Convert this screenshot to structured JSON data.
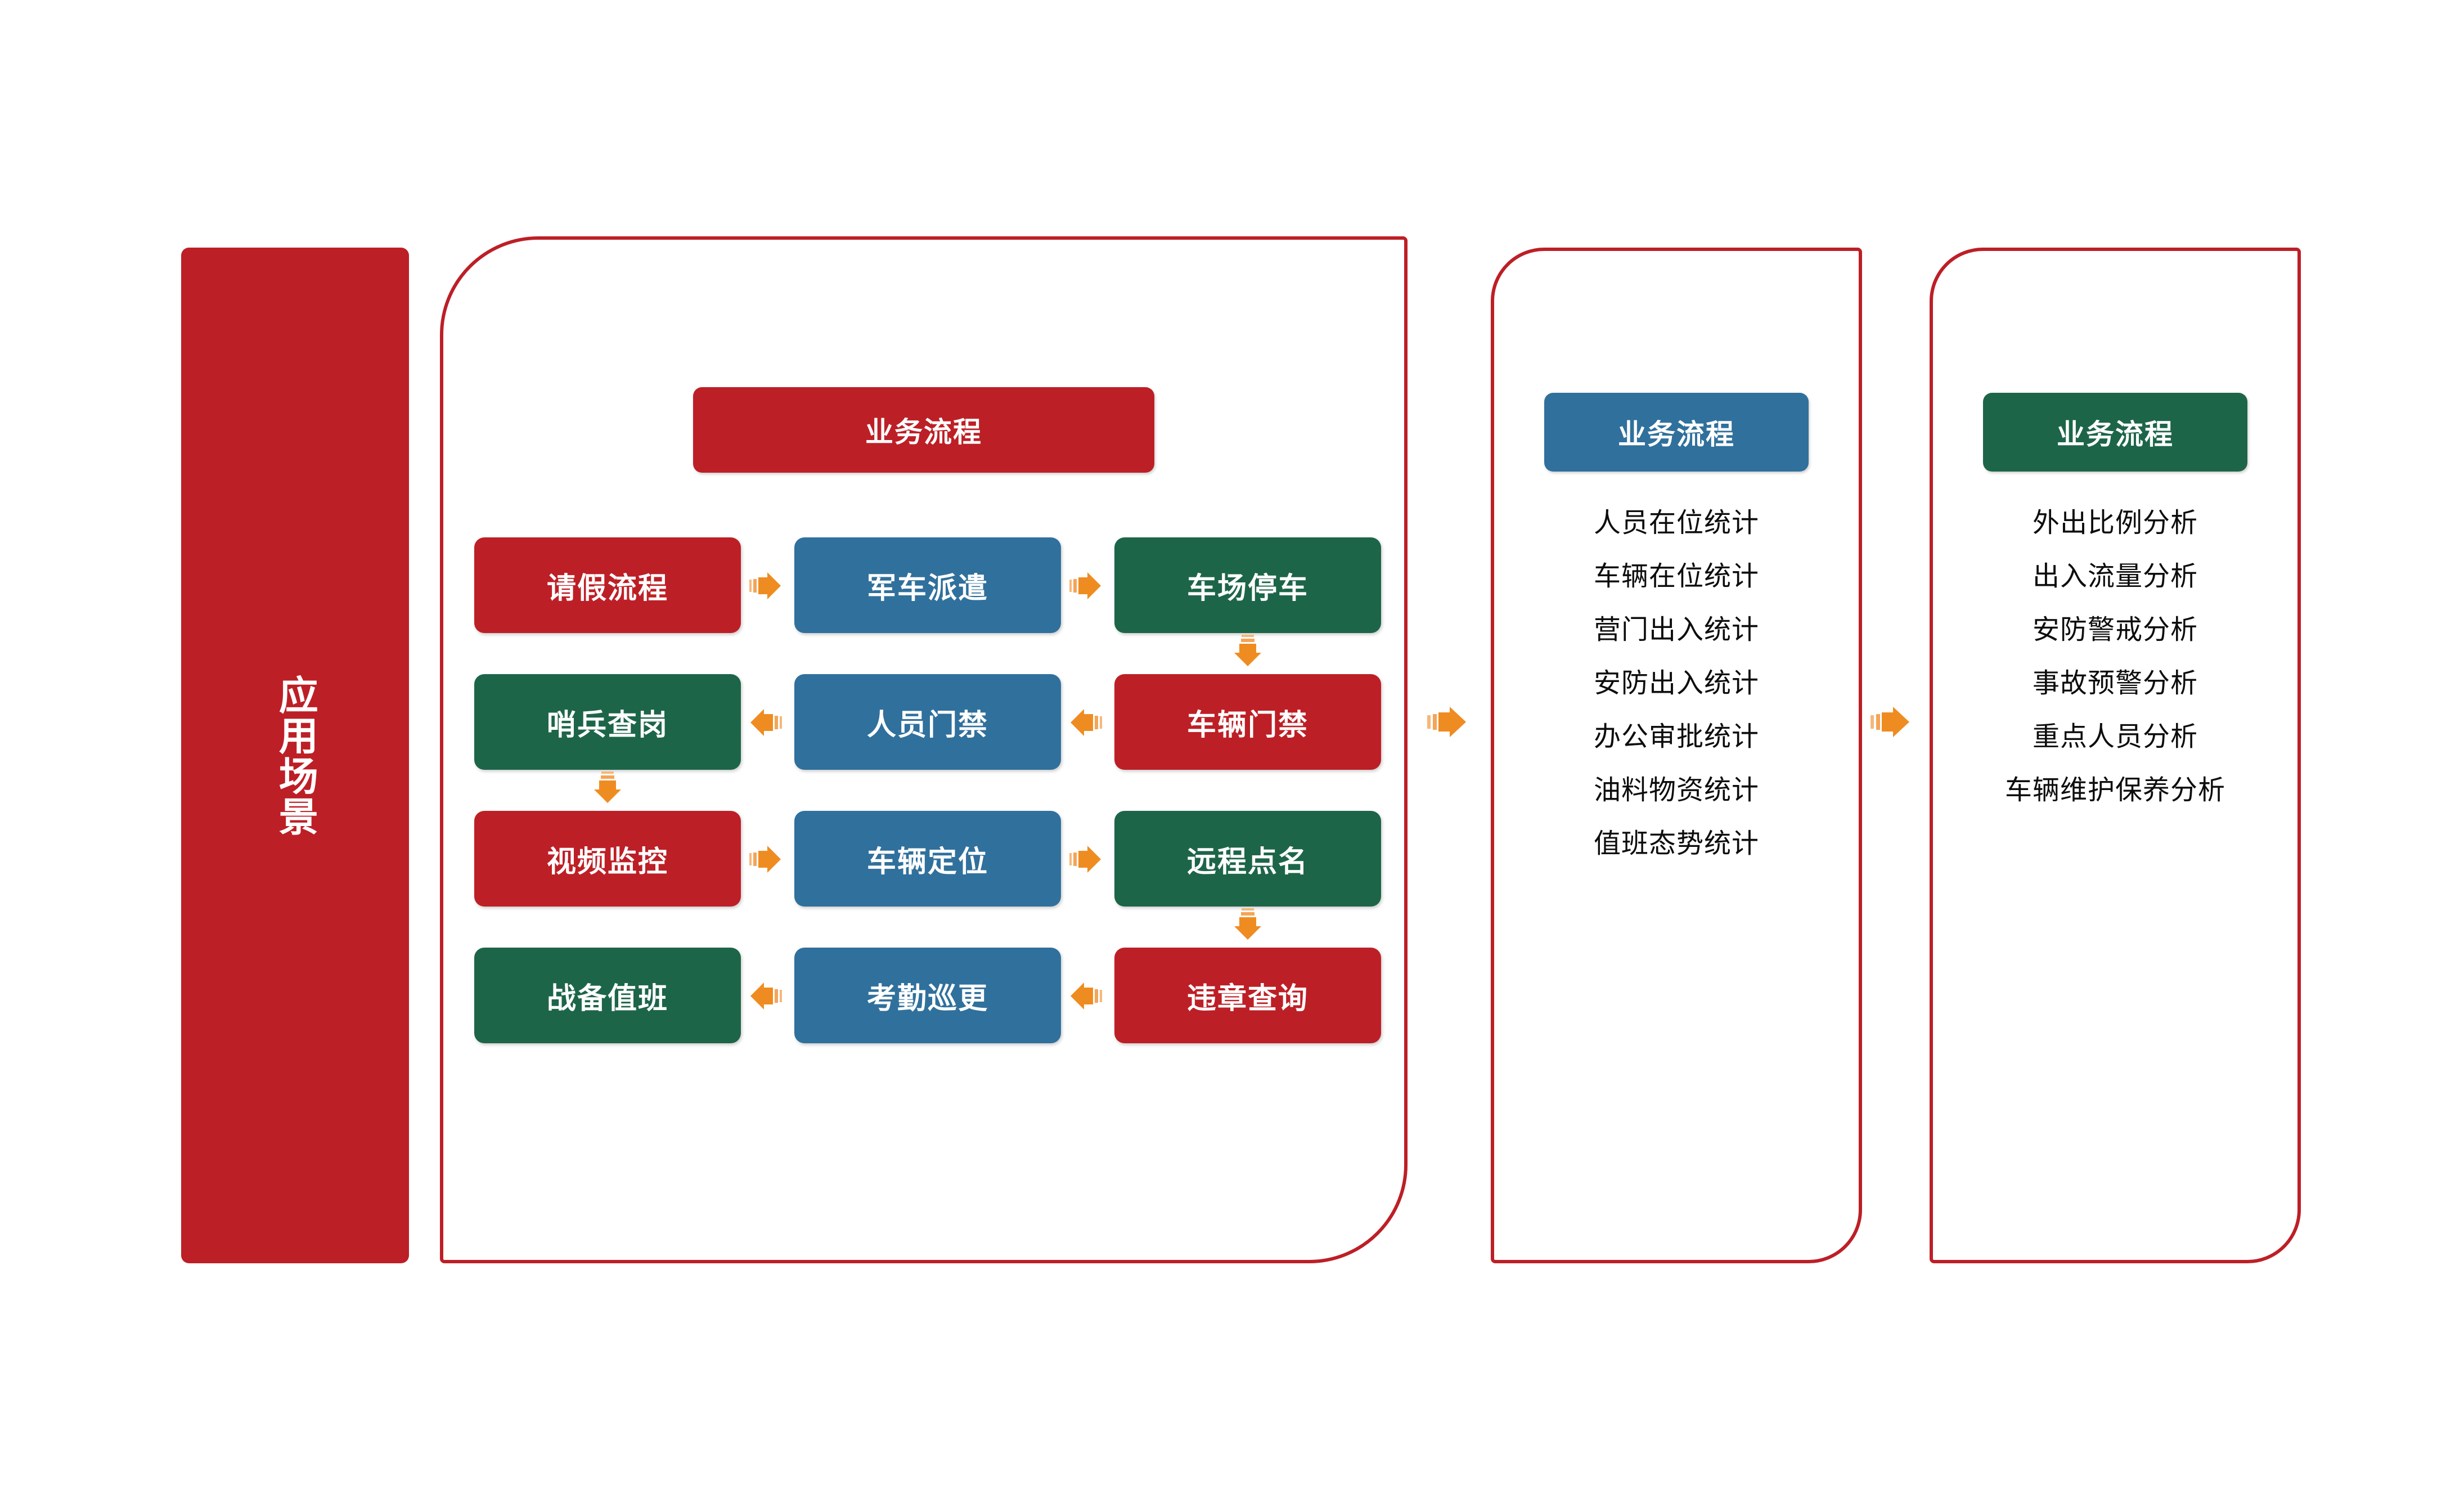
{
  "colors": {
    "red": "#bd1f26",
    "blue": "#30709c",
    "green": "#1d6549",
    "arrow_orange": "#ef8c21",
    "panel_border": "#bd1f26",
    "text_dark": "#0d0d0d",
    "text_light": "#ffffff"
  },
  "side_banner": {
    "label": "应用场景"
  },
  "main_panel": {
    "header": "业务流程",
    "rows": [
      [
        {
          "label": "请假流程",
          "color": "red"
        },
        {
          "label": "军车派遣",
          "color": "blue"
        },
        {
          "label": "车场停车",
          "color": "green"
        }
      ],
      [
        {
          "label": "哨兵查岗",
          "color": "green"
        },
        {
          "label": "人员门禁",
          "color": "blue"
        },
        {
          "label": "车辆门禁",
          "color": "red"
        }
      ],
      [
        {
          "label": "视频监控",
          "color": "red"
        },
        {
          "label": "车辆定位",
          "color": "blue"
        },
        {
          "label": "远程点名",
          "color": "green"
        }
      ],
      [
        {
          "label": "战备值班",
          "color": "green"
        },
        {
          "label": "考勤巡更",
          "color": "blue"
        },
        {
          "label": "违章查询",
          "color": "red"
        }
      ]
    ],
    "arrows": {
      "row1": [
        "right",
        "right"
      ],
      "row2": [
        "left",
        "left"
      ],
      "row3": [
        "right",
        "right"
      ],
      "row4": [
        "left",
        "left"
      ],
      "vertical": [
        "down-right",
        "down-left",
        "down-right"
      ]
    }
  },
  "mid_panel": {
    "header": "业务流程",
    "items": [
      "人员在位统计",
      "车辆在位统计",
      "营门出入统计",
      "安防出入统计",
      "办公审批统计",
      "油料物资统计",
      "值班态势统计"
    ]
  },
  "right_panel": {
    "header": "业务流程",
    "items": [
      "外出比例分析",
      "出入流量分析",
      "安防警戒分析",
      "事故预警分析",
      "重点人员分析",
      "车辆维护保养分析"
    ]
  },
  "connectors": {
    "main_to_mid": "right-arrow",
    "mid_to_right": "right-arrow"
  }
}
